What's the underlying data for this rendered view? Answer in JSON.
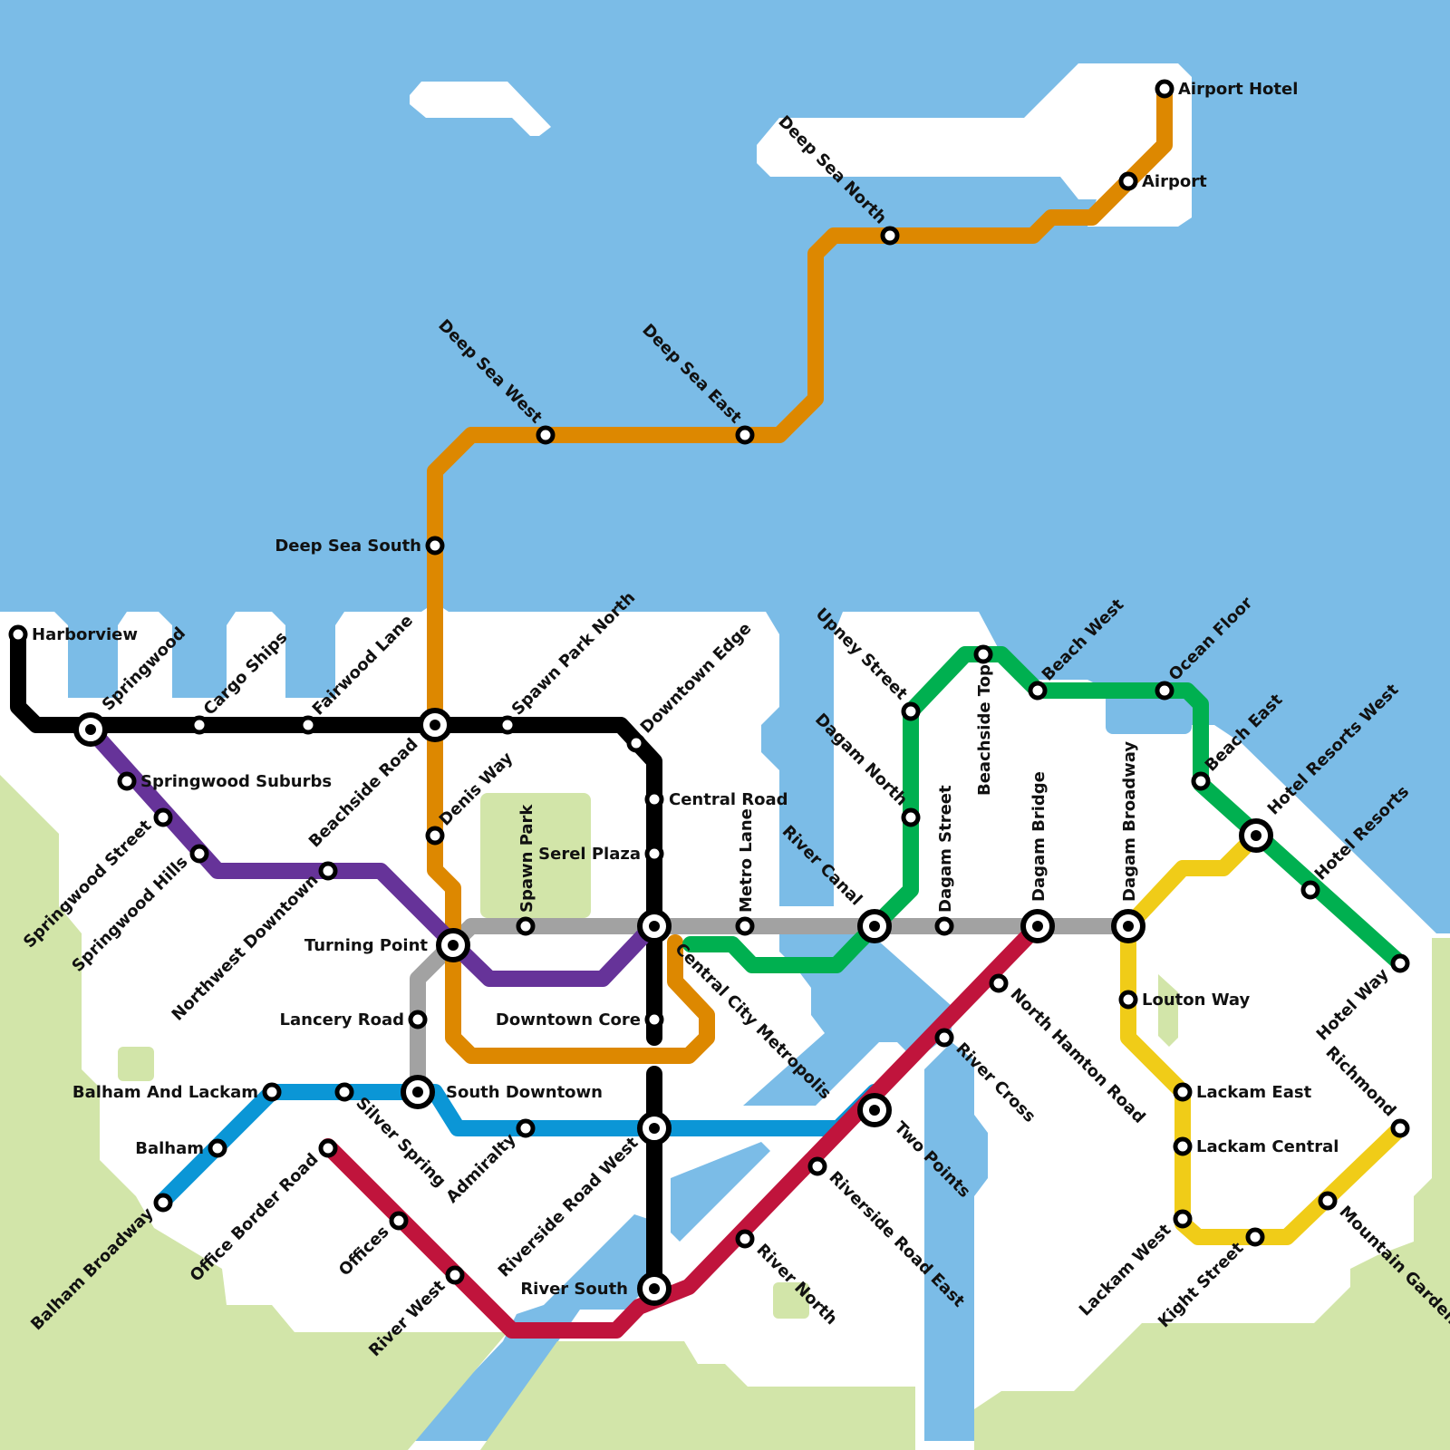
{
  "colors": {
    "water": "#7bbce7",
    "park": "#d2e5a9",
    "land": "#ffffff",
    "black_line": "#000000",
    "purple_line": "#663399",
    "orange_line": "#dd8800",
    "grey_line": "#a2a2a2",
    "blue_line": "#0b96d6",
    "red_line": "#c0143c",
    "green_line": "#00b050",
    "yellow_line": "#f0cc18"
  },
  "stations": {
    "harborview": "Harborview",
    "springwood": "Springwood",
    "cargo_ships": "Cargo Ships",
    "fairwood_lane": "Fairwood Lane",
    "spawn_park_north": "Spawn Park North",
    "downtown_edge": "Downtown Edge",
    "springwood_suburbs": "Springwood Suburbs",
    "springwood_street": "Springwood Street",
    "springwood_hills": "Springwood Hills",
    "northwest_downtown": "Northwest Downtown",
    "beachside_road": "Beachside Road",
    "denis_way": "Denis Way",
    "spawn_park": "Spawn Park",
    "turning_point": "Turning Point",
    "central_road": "Central Road",
    "serel_plaza": "Serel Plaza",
    "central_city_metropolis": "Central City Metropolis",
    "downtown_core": "Downtown Core",
    "lancery_road": "Lancery Road",
    "south_downtown": "South Downtown",
    "balham_and_lackam": "Balham And Lackam",
    "silver_spring": "Silver Spring",
    "balham": "Balham",
    "balham_broadway": "Balham Broadway",
    "office_border_road": "Office Border Road",
    "offices": "Offices",
    "river_west": "River West",
    "admiralty": "Admiralty",
    "riverside_road_west": "Riverside Road West",
    "river_south": "River South",
    "river_north": "River North",
    "riverside_road_east": "Riverside Road East",
    "two_points": "Two Points",
    "river_cross": "River Cross",
    "north_hamton_road": "North Hamton Road",
    "metro_lane": "Metro Lane",
    "river_canal": "River Canal",
    "dagam_street": "Dagam Street",
    "dagam_bridge": "Dagam Bridge",
    "dagam_broadway": "Dagam Broadway",
    "dagam_north": "Dagam North",
    "upney_street": "Upney Street",
    "beachside_top": "Beachside Top",
    "beach_west": "Beach West",
    "ocean_floor": "Ocean Floor",
    "beach_east": "Beach East",
    "hotel_resorts_west": "Hotel Resorts West",
    "hotel_resorts": "Hotel Resorts",
    "hotel_way": "Hotel Way",
    "louton_way": "Louton Way",
    "lackam_east": "Lackam East",
    "lackam_central": "Lackam Central",
    "lackam_west": "Lackam West",
    "kight_street": "Kight Street",
    "mountain_gardens": "Mountain Gardens",
    "richmond": "Richmond",
    "deep_sea_south": "Deep Sea South",
    "deep_sea_west": "Deep Sea West",
    "deep_sea_east": "Deep Sea East",
    "deep_sea_north": "Deep Sea North",
    "airport": "Airport",
    "airport_hotel": "Airport Hotel"
  }
}
